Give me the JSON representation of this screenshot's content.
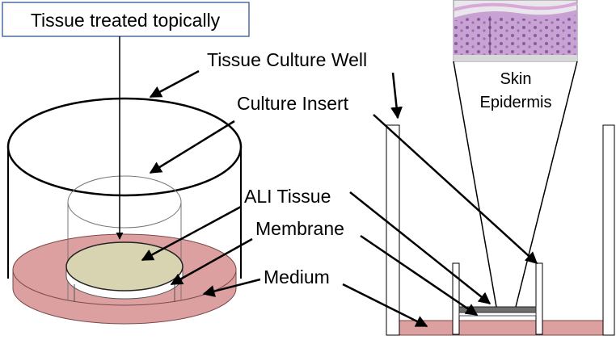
{
  "labels": {
    "treated": "Tissue treated topically",
    "well": "Tissue Culture Well",
    "insert": "Culture Insert",
    "ali": "ALI Tissue",
    "membrane": "Membrane",
    "medium": "Medium",
    "skin_line1": "Skin",
    "skin_line2": "Epidermis"
  },
  "colors": {
    "medium": "#DDA0A0",
    "tissue": "#D8D3B0",
    "membrane_strip": "#6E6E6E",
    "label_box_border": "#4A6FA0",
    "stain_purple": "#B58BC2"
  }
}
